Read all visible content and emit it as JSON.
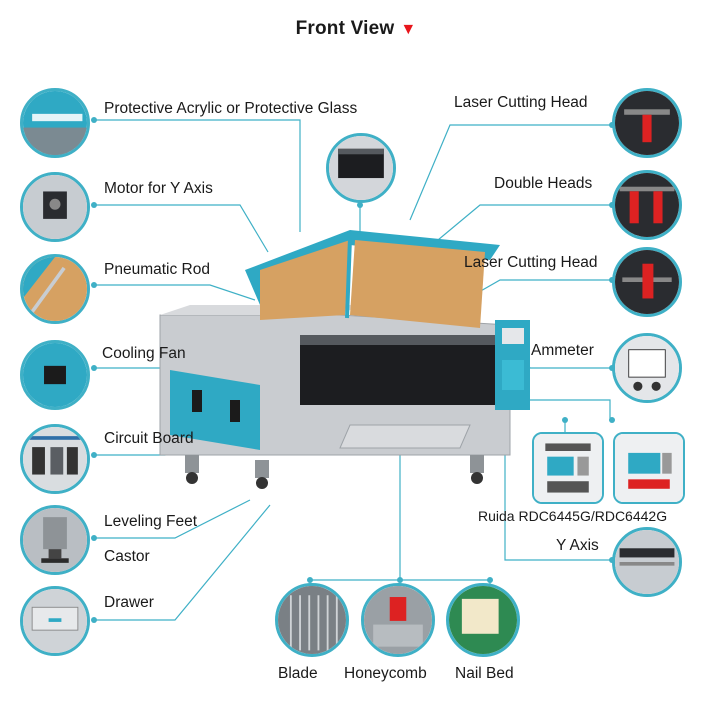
{
  "title": "Front View",
  "labels": {
    "protective_acrylic": "Protective Acrylic or Protective Glass",
    "motor_y": "Motor for Y Axis",
    "pneumatic_rod": "Pneumatic Rod",
    "cooling_fan": "Cooling Fan",
    "circuit_board": "Circuit Board",
    "leveling_feet": "Leveling Feet",
    "castor": "Castor",
    "drawer": "Drawer",
    "laser_head_1": "Laser Cutting Head",
    "double_heads": "Double Heads",
    "laser_head_2": "Laser Cutting Head",
    "ammeter": "Ammeter",
    "ruida": "Ruida RDC6445G/RDC6442G",
    "y_axis": "Y Axis",
    "blade": "Blade",
    "honeycomb": "Honeycomb",
    "nail_bed": "Nail Bed"
  },
  "colors": {
    "accent": "#3fb0c6",
    "title_marker": "#e8151b",
    "machine_blue": "#2fa9c4",
    "machine_gray": "#c9ccd0"
  }
}
